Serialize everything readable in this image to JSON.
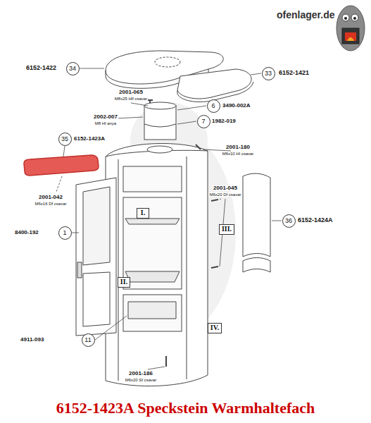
{
  "diagram": {
    "caption": "6152-1423A Speckstein Warmhaltefach",
    "nodes": [
      {
        "text": [
          "34"
        ]
      },
      {
        "text": [
          "33"
        ]
      },
      {
        "text": [
          "6"
        ]
      },
      {
        "text": [
          "7"
        ]
      },
      {
        "text": [
          "35"
        ]
      },
      {
        "text": [
          "1"
        ]
      },
      {
        "text": [
          "I."
        ]
      },
      {
        "text": [
          "III."
        ]
      },
      {
        "text": [
          "36"
        ]
      },
      {
        "text": [
          "II."
        ]
      },
      {
        "text": [
          "IV."
        ]
      },
      {
        "text": [
          "11"
        ]
      }
    ],
    "labels": [
      "ofenlager.de",
      "6152-1422",
      "6152-1421",
      "2001-065",
      "M8x25 Hlf csavar",
      "3490-002A",
      "2002-007",
      "M8 Hl anya",
      "1982-019",
      "2001-180",
      "M6x10 Hl csavar",
      "6152-1423A",
      "2001-042",
      "M6x16 Df csavar",
      "8400-192",
      "2001-045",
      "M6x20 Df csavar",
      "6152-1424A",
      "4911-093",
      "2001-186",
      "M6x20 Sf csavar"
    ]
  }
}
